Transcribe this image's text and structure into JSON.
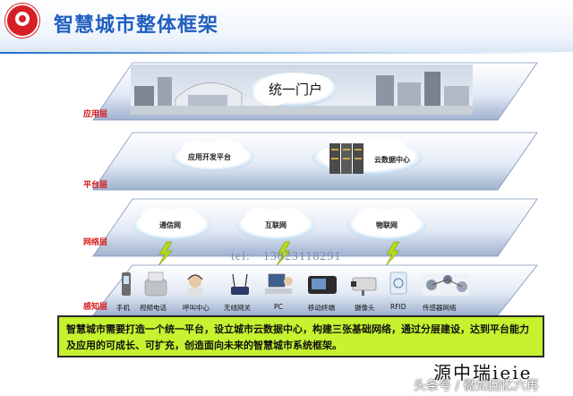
{
  "header": {
    "title": "智慧城市整体框架",
    "logo_icon": "city-emblem-icon",
    "title_color": "#1f5fbf"
  },
  "portal": {
    "label": "统一门户"
  },
  "layers": {
    "application": {
      "label": "应用层"
    },
    "platform": {
      "label": "平台层",
      "items": [
        "应用开发平台",
        "云数据中心"
      ]
    },
    "network": {
      "label": "网络层",
      "items": [
        "通信网",
        "互联网",
        "物联网"
      ]
    },
    "perception": {
      "label": "感知层",
      "devices": [
        "手机",
        "视频电话",
        "呼叫中心",
        "无线网关",
        "PC",
        "移动终端",
        "摄像头",
        "RFID",
        "传感器网络"
      ]
    }
  },
  "contact": {
    "prefix": "tel:",
    "number": "13823118291"
  },
  "description": "智慧城市需要打造一个统一平台，设立城市云数据中心，构建三张基础网络，通过分层建设，达到平台能力及应用的可成长、可扩充，创造面向未来的智慧城市系统框架。",
  "signature": "源中瑞ieie",
  "watermark": "头条号 / 微如回忆六再",
  "colors": {
    "layer_label": "#d81c1c",
    "layer_band": "#9fb2cf",
    "description_bg": "#c6f230",
    "lightning": "#b6d916"
  }
}
